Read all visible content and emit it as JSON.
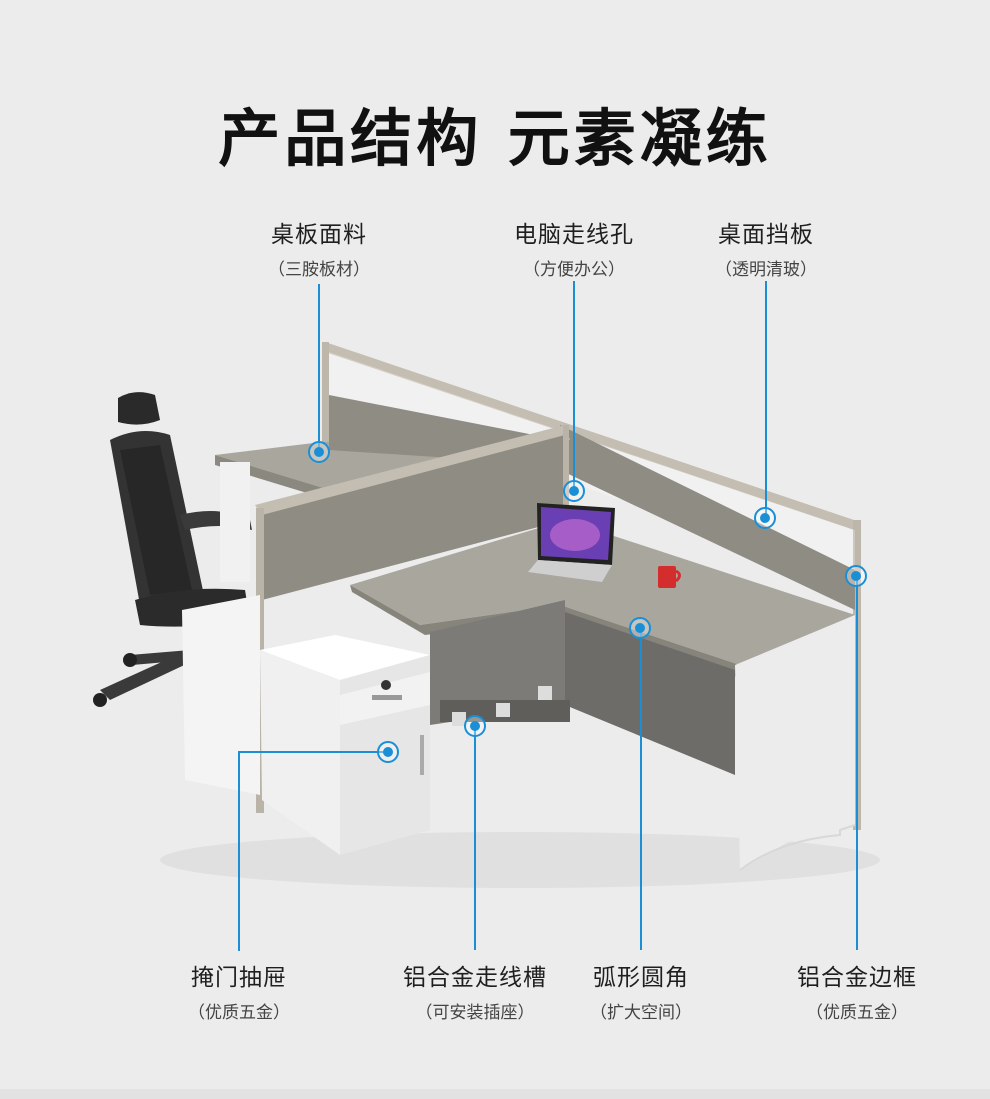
{
  "title": "产品结构 元素凝练",
  "features": {
    "top": [
      {
        "name": "桌板面料",
        "sub": "（三胺板材）"
      },
      {
        "name": "电脑走线孔",
        "sub": "（方便办公）"
      },
      {
        "name": "桌面挡板",
        "sub": "（透明清玻）"
      }
    ],
    "bottom": [
      {
        "name": "掩门抽屉",
        "sub": "（优质五金）"
      },
      {
        "name": "铝合金走线槽",
        "sub": "（可安装插座）"
      },
      {
        "name": "弧形圆角",
        "sub": "（扩大空间）"
      },
      {
        "name": "铝合金边框",
        "sub": "（优质五金）"
      }
    ]
  },
  "colors": {
    "accent": "#1a8fd6",
    "desktop": "#a9a79d",
    "panel": "#8f8c84",
    "frame": "#b9b3a8",
    "cabinet": "#f4f4f4"
  },
  "icons": {
    "marker": "callout-dot-icon",
    "chair": "office-chair-icon",
    "laptop": "laptop-icon",
    "mug": "mug-icon"
  }
}
